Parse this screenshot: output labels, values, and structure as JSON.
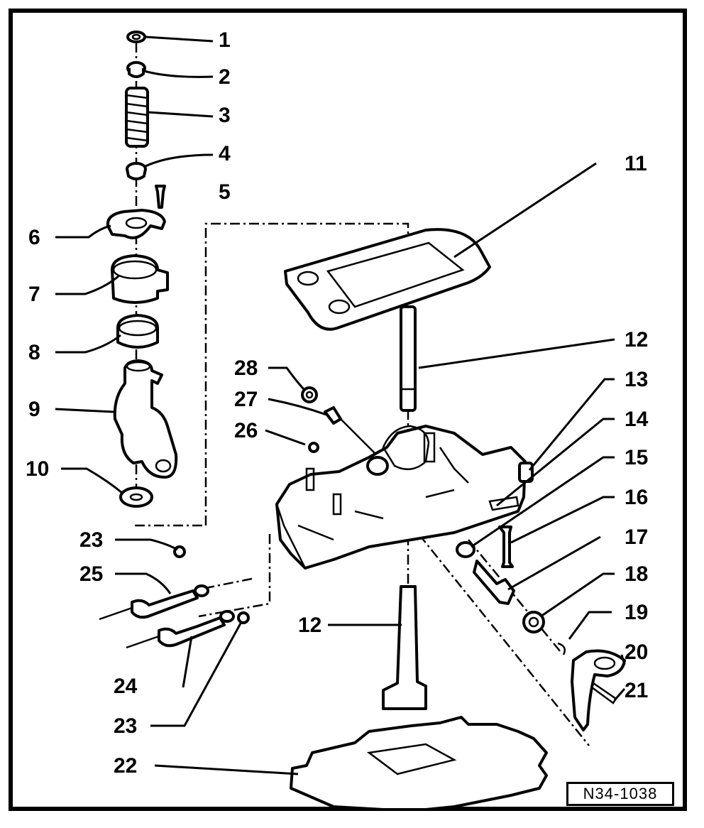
{
  "reference_code": "N34-1038",
  "callouts": [
    {
      "id": "1",
      "label": "1"
    },
    {
      "id": "2",
      "label": "2"
    },
    {
      "id": "3",
      "label": "3"
    },
    {
      "id": "4",
      "label": "4"
    },
    {
      "id": "5",
      "label": "5"
    },
    {
      "id": "6",
      "label": "6"
    },
    {
      "id": "7",
      "label": "7"
    },
    {
      "id": "8",
      "label": "8"
    },
    {
      "id": "9",
      "label": "9"
    },
    {
      "id": "10",
      "label": "10"
    },
    {
      "id": "11",
      "label": "11"
    },
    {
      "id": "12a",
      "label": "12"
    },
    {
      "id": "12b",
      "label": "12"
    },
    {
      "id": "13",
      "label": "13"
    },
    {
      "id": "14",
      "label": "14"
    },
    {
      "id": "15",
      "label": "15"
    },
    {
      "id": "16",
      "label": "16"
    },
    {
      "id": "17",
      "label": "17"
    },
    {
      "id": "18",
      "label": "18"
    },
    {
      "id": "19",
      "label": "19"
    },
    {
      "id": "20",
      "label": "20"
    },
    {
      "id": "21",
      "label": "21"
    },
    {
      "id": "22",
      "label": "22"
    },
    {
      "id": "23a",
      "label": "23"
    },
    {
      "id": "23b",
      "label": "23"
    },
    {
      "id": "24",
      "label": "24"
    },
    {
      "id": "25",
      "label": "25"
    },
    {
      "id": "26",
      "label": "26"
    },
    {
      "id": "27",
      "label": "27"
    },
    {
      "id": "28",
      "label": "28"
    }
  ]
}
